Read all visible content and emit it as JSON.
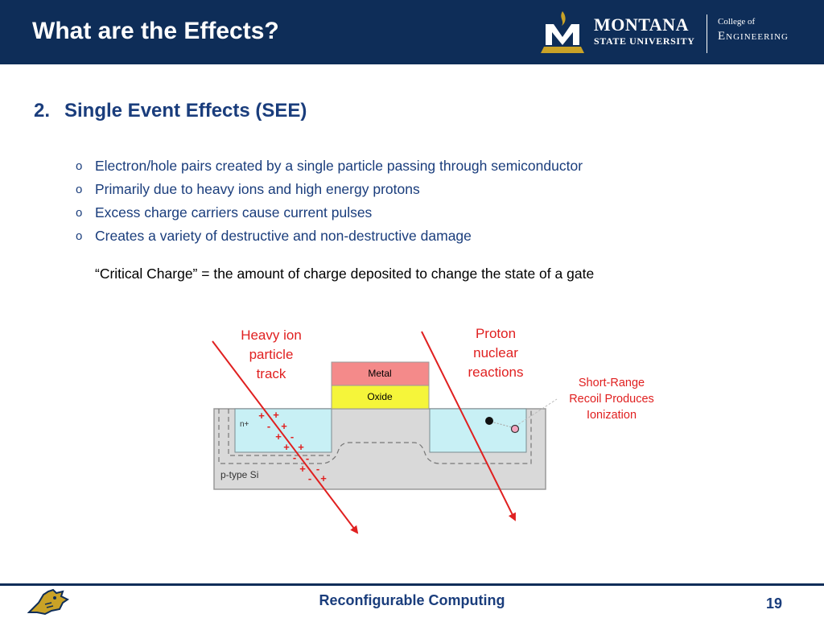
{
  "header": {
    "title": "What are the Effects?",
    "logo": {
      "university_line1": "MONTANA",
      "university_line2": "STATE UNIVERSITY",
      "college_line1": "College of",
      "college_line2": "Engineering"
    }
  },
  "section": {
    "number": "2.",
    "heading": "Single Event Effects (SEE)"
  },
  "bullets": [
    "Electron/hole pairs created by a single particle passing through semiconductor",
    "Primarily due to heavy ions and high energy protons",
    "Excess charge carriers cause current pulses",
    "Creates a variety of destructive and non-destructive damage"
  ],
  "bullet_marker": "o",
  "quote": "“Critical Charge” = the amount of charge deposited to change the state of a gate",
  "diagram": {
    "heavy_ion_label": [
      "Heavy ion",
      "particle",
      "track"
    ],
    "proton_label": [
      "Proton",
      "nuclear",
      "reactions"
    ],
    "recoil_label": [
      "Short-Range",
      "Recoil Produces",
      "Ionization"
    ],
    "metal_label": "Metal",
    "oxide_label": "Oxide",
    "nplus_label": "n+",
    "substrate_label": "p-type Si",
    "charges": [
      {
        "sign": "+"
      },
      {
        "sign": "+"
      },
      {
        "sign": "-"
      },
      {
        "sign": "+"
      },
      {
        "sign": "+"
      },
      {
        "sign": "-"
      },
      {
        "sign": "+"
      },
      {
        "sign": "+"
      },
      {
        "sign": "-"
      },
      {
        "sign": "-"
      },
      {
        "sign": "+"
      },
      {
        "sign": "-"
      },
      {
        "sign": "-"
      },
      {
        "sign": "+"
      }
    ]
  },
  "footer": {
    "text": "Reconfigurable Computing",
    "page": "19"
  },
  "colors": {
    "header_bg": "#0e2d58",
    "text_blue": "#1a3d7c",
    "track_red": "#e02020",
    "metal_fill": "#f48a8a",
    "oxide_fill": "#f5f53a",
    "nplus_fill": "#c8f0f5",
    "substrate_fill": "#d9d9d9",
    "gold": "#c9a227"
  }
}
